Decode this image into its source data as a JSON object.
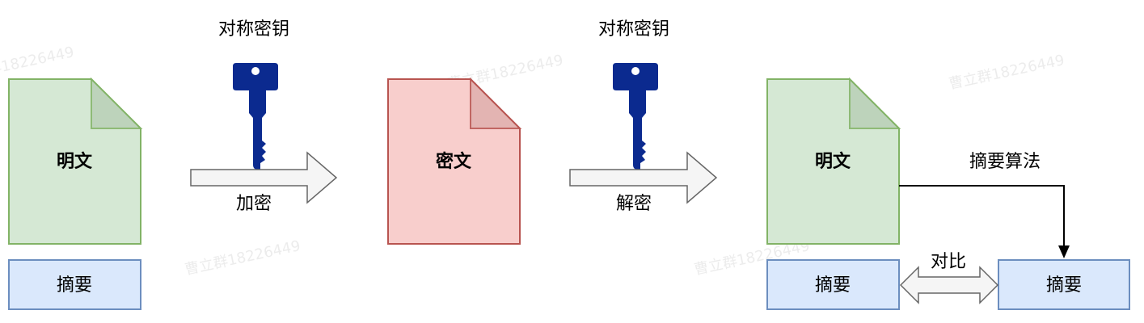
{
  "colors": {
    "plaintext_fill": "#d5e8d4",
    "plaintext_stroke": "#82b366",
    "ciphertext_fill": "#f8cecc",
    "ciphertext_stroke": "#b85450",
    "digest_fill": "#dae8fc",
    "digest_stroke": "#6c8ebf",
    "key_fill": "#0b2a8f",
    "arrow_fill": "#f5f5f5",
    "arrow_stroke": "#666666"
  },
  "plaintext_left": {
    "label": "明文"
  },
  "digest_left": {
    "label": "摘要"
  },
  "key_encrypt": {
    "label": "对称密钥",
    "icon": "key-icon"
  },
  "encrypt_arrow": {
    "label": "加密"
  },
  "ciphertext": {
    "label": "密文"
  },
  "key_decrypt": {
    "label": "对称密钥",
    "icon": "key-icon"
  },
  "decrypt_arrow": {
    "label": "解密"
  },
  "plaintext_right": {
    "label": "明文"
  },
  "digest_algorithm": {
    "label": "摘要算法"
  },
  "digest_right_a": {
    "label": "摘要"
  },
  "digest_right_b": {
    "label": "摘要"
  },
  "compare_arrow": {
    "label": "对比"
  },
  "watermark": {
    "text": "曹立群18226449"
  }
}
